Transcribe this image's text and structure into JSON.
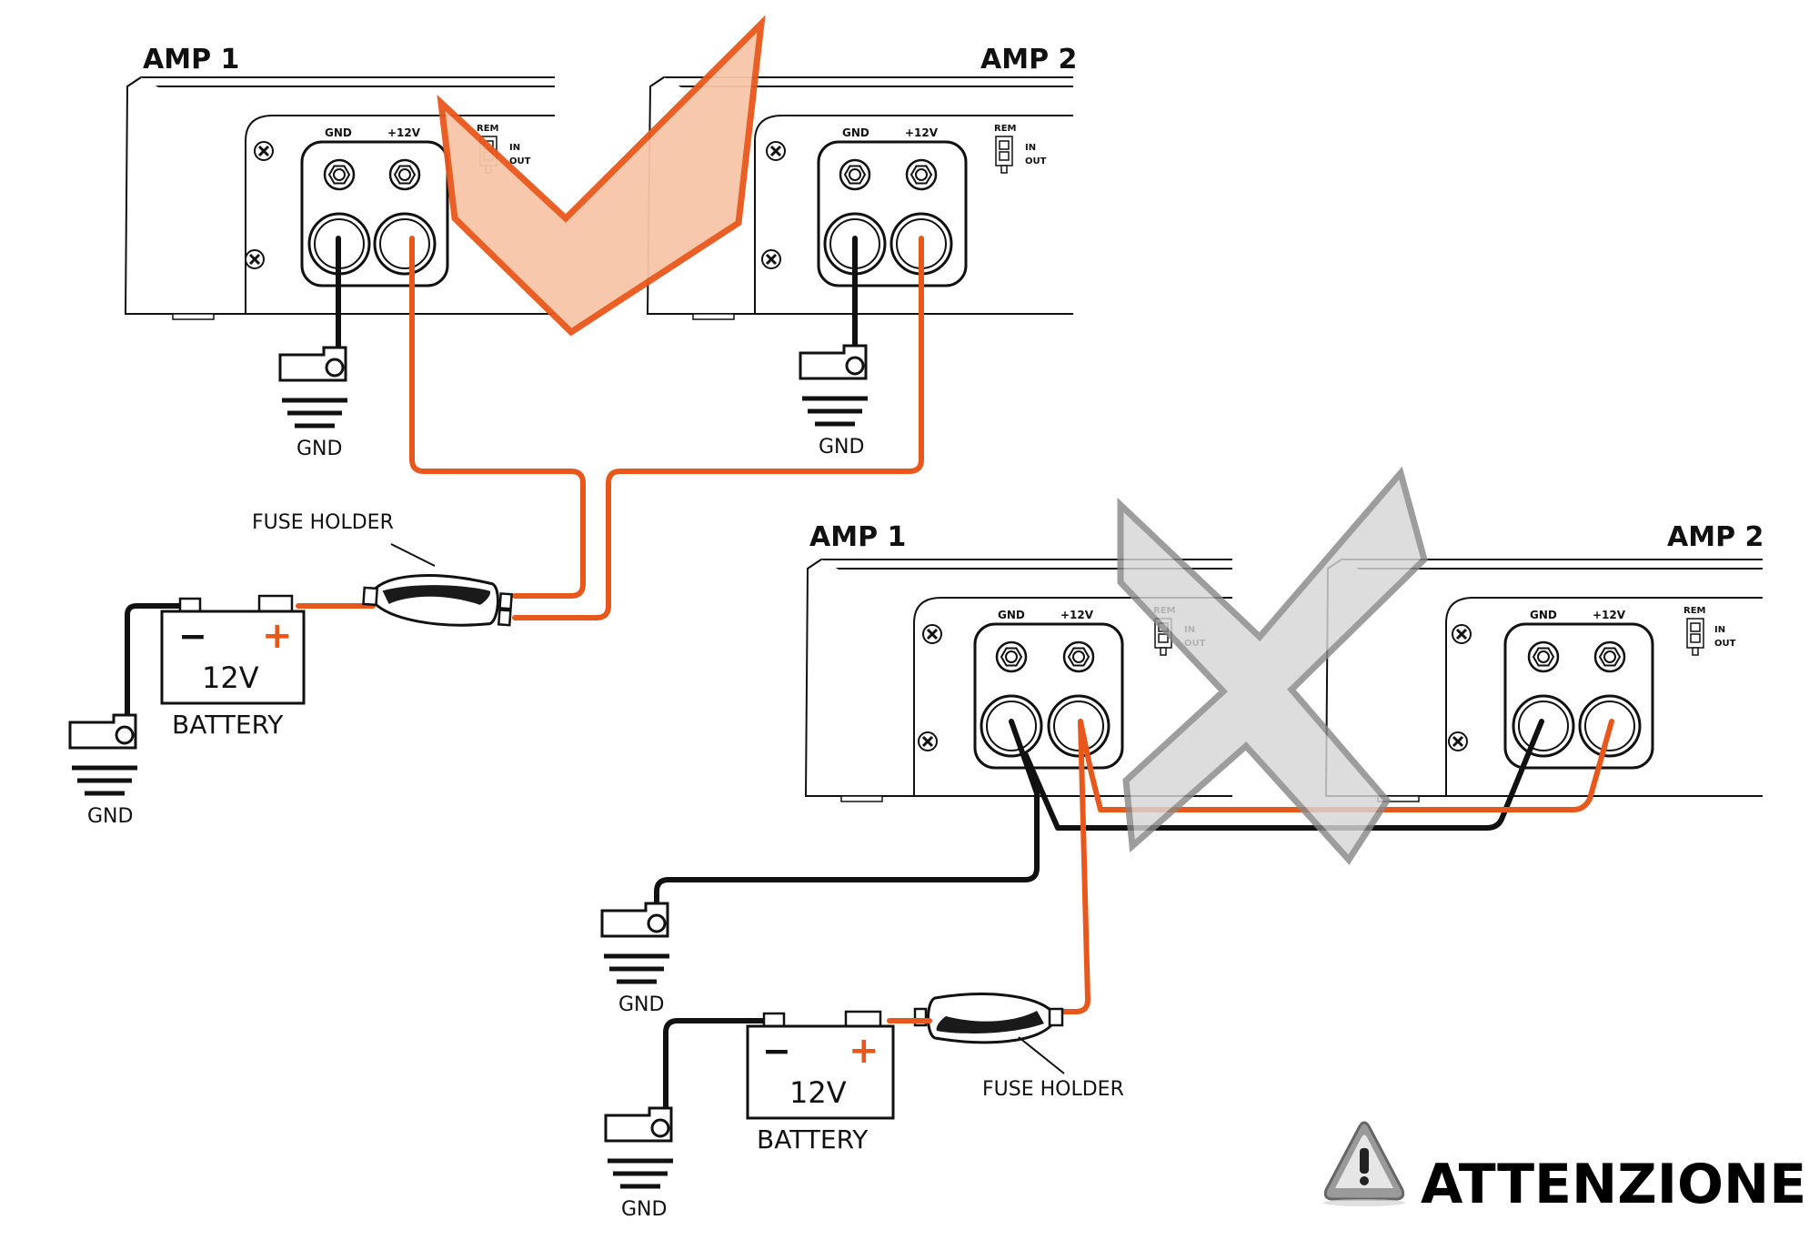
{
  "correct_setup": {
    "amp1_title": "AMP 1",
    "amp2_title": "AMP 2",
    "gnd_terminal": "GND",
    "plus12_terminal": "+12V",
    "rem_label": "REM",
    "in_label": "IN",
    "out_label": "OUT",
    "gnd_symbol_label": "GND",
    "fuse_label": "FUSE HOLDER",
    "battery_voltage": "12V",
    "battery_label": "BATTERY",
    "minus_sign": "−",
    "plus_sign": "+"
  },
  "wrong_setup": {
    "amp1_title": "AMP 1",
    "amp2_title": "AMP 2",
    "gnd_terminal": "GND",
    "plus12_terminal": "+12V",
    "rem_label": "REM",
    "in_label": "IN",
    "out_label": "OUT",
    "gnd_symbol_label": "GND",
    "fuse_label": "FUSE HOLDER",
    "battery_voltage": "12V",
    "battery_label": "BATTERY",
    "minus_sign": "−",
    "plus_sign": "+"
  },
  "warning": {
    "label": "ATTENZIONE",
    "icon": "warning-triangle-icon"
  },
  "colors": {
    "positive_wire": "#e8571b",
    "ground_wire": "#111111",
    "check_fill": "#f8c6a8",
    "check_stroke": "#e8571b",
    "cross_fill": "#d9d9d9",
    "cross_stroke": "#8a8a8a"
  }
}
